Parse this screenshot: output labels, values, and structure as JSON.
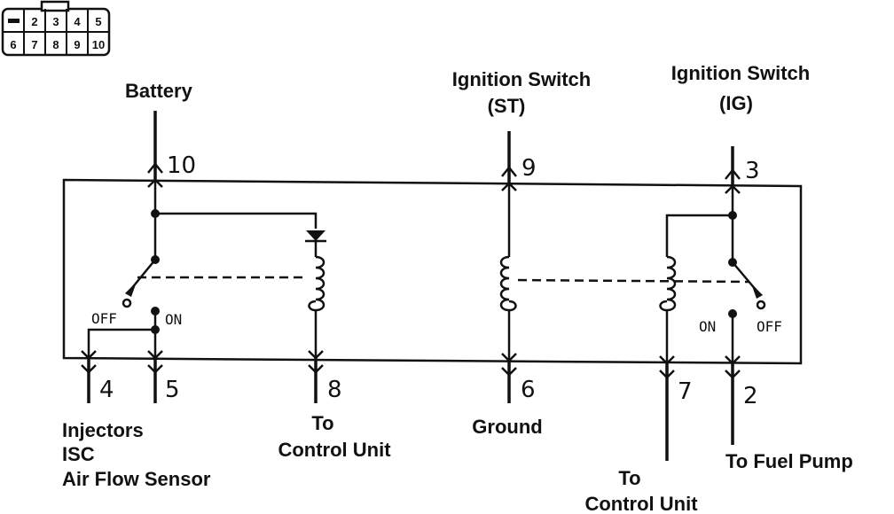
{
  "connector": {
    "top_row": [
      "",
      "2",
      "3",
      "4",
      "5"
    ],
    "bottom_row": [
      "6",
      "7",
      "8",
      "9",
      "10"
    ]
  },
  "labels": {
    "battery": "Battery",
    "ign_st_line1": "Ignition Switch",
    "ign_st_line2": "(ST)",
    "ign_ig_line1": "Ignition Switch",
    "ign_ig_line2": "(IG)",
    "injectors": "Injectors",
    "isc": "ISC",
    "air_flow": "Air Flow Sensor",
    "to_cu_8_line1": "To",
    "to_cu_8_line2": "Control Unit",
    "ground": "Ground",
    "to_cu_7_line1": "To",
    "to_cu_7_line2": "Control Unit",
    "fuel_pump": "To Fuel Pump"
  },
  "pins": {
    "p10": "10",
    "p9": "9",
    "p3": "3",
    "p4": "4",
    "p5": "5",
    "p8": "8",
    "p6": "6",
    "p7": "7",
    "p2": "2"
  },
  "switches": {
    "left_off": "OFF",
    "left_on": "ON",
    "right_on": "ON",
    "right_off": "OFF"
  }
}
